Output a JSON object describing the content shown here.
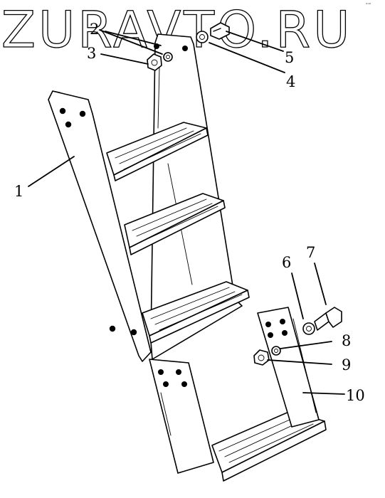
{
  "watermark": {
    "text": "ZURAVTO.RU"
  },
  "corner_mark": {
    "text": "ᵒᵘᵒ"
  },
  "callouts": {
    "c1": "1",
    "c2": "2",
    "c3": "3",
    "c4": "4",
    "c5": "5",
    "c6": "6",
    "c7": "7",
    "c8": "8",
    "c9": "9",
    "c10": "10"
  }
}
